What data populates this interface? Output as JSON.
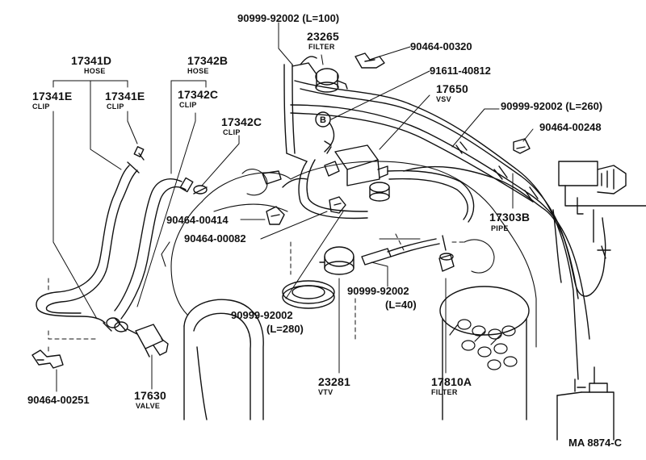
{
  "diagram_id": "MA 8874-C",
  "callouts": [
    {
      "number": "17341D",
      "name": "HOSE"
    },
    {
      "number": "17342B",
      "name": "HOSE"
    },
    {
      "number": "17341E",
      "name": "CLIP"
    },
    {
      "number": "17341E",
      "name": "CLIP"
    },
    {
      "number": "17342C",
      "name": "CLIP"
    },
    {
      "number": "17342C",
      "name": "CLIP"
    },
    {
      "number": "90999-92002 (L=100)",
      "name": ""
    },
    {
      "number": "23265",
      "name": "FILTER"
    },
    {
      "number": "90464-00320",
      "name": ""
    },
    {
      "number": "91611-40812",
      "name": ""
    },
    {
      "number": "17650",
      "name": "VSV"
    },
    {
      "number": "90999-92002 (L=260)",
      "name": ""
    },
    {
      "number": "90464-00248",
      "name": ""
    },
    {
      "number": "17303B",
      "name": "PIPE"
    },
    {
      "number": "90464-00414",
      "name": ""
    },
    {
      "number": "90464-00082",
      "name": ""
    },
    {
      "number": "90999-92002",
      "name": "(L=40)"
    },
    {
      "number": "90999-92002",
      "name": "(L=280)"
    },
    {
      "number": "23281",
      "name": "VTV"
    },
    {
      "number": "17810A",
      "name": "FILTER"
    },
    {
      "number": "90464-00251",
      "name": ""
    },
    {
      "number": "17630",
      "name": "VALVE"
    }
  ],
  "marker": "B",
  "line_color": "#111111"
}
